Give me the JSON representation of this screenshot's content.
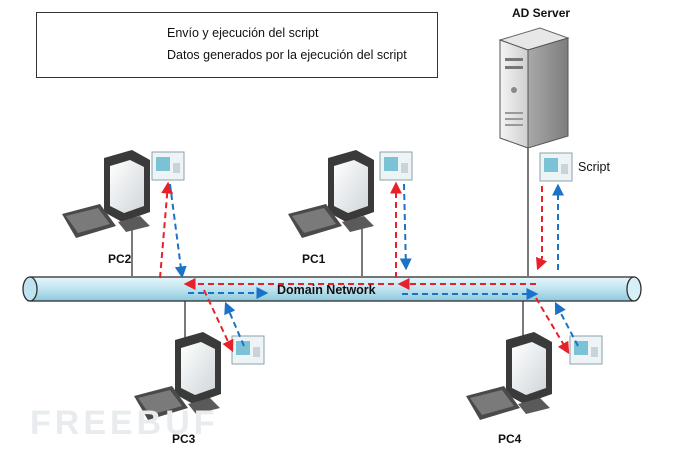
{
  "legend": {
    "item_red": "Envío y ejecución del script",
    "item_blue": "Datos generados por la ejecución del script",
    "colors": {
      "red": "#e8202a",
      "blue": "#1a73c8"
    }
  },
  "server": {
    "label": "AD Server",
    "script_label": "Script"
  },
  "network": {
    "label": "Domain Network",
    "color": "#bfe4f0"
  },
  "nodes": {
    "pc1": "PC1",
    "pc2": "PC2",
    "pc3": "PC3",
    "pc4": "PC4"
  },
  "watermark": "FREEBUF"
}
